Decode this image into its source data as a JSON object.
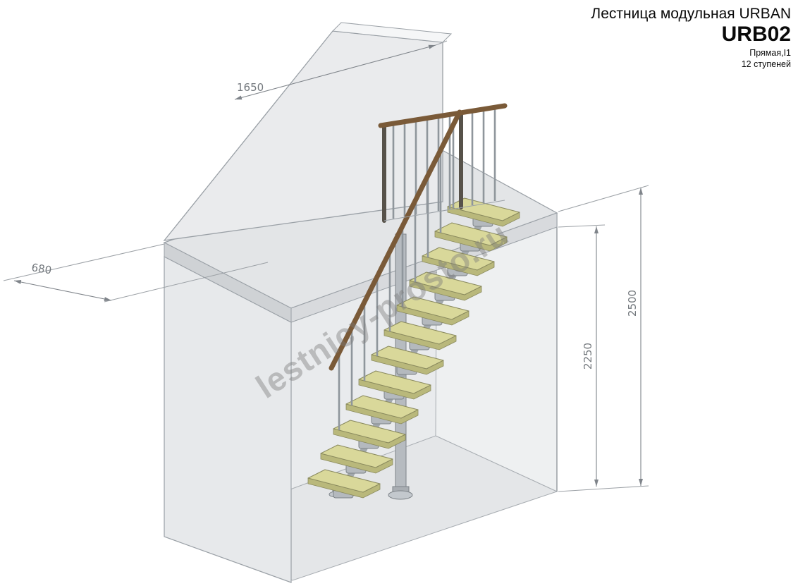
{
  "header": {
    "title": "Лестница модульная URBAN",
    "model": "URB02",
    "type": "Прямая,I1",
    "steps": "12 ступеней"
  },
  "dimensions": {
    "wall_top_width": "1650",
    "landing_depth": "680",
    "inner_height": "2250",
    "floor_to_floor": "2500"
  },
  "watermark": "lestnicy-prosto.ru",
  "stairs": {
    "step_count": 12
  },
  "colors": {
    "tread": "#d9d89a",
    "tread_side": "#b9b87b",
    "handrail": "#7a5a38",
    "post_dark": "#57524a",
    "metal": "#b4b9be",
    "metal_edge": "#7d8388",
    "baluster": "#8f969c",
    "spine": "#a2a8ad",
    "wall_fill": "#eaebed",
    "dimension": "#7f848a",
    "watermark_gray": "#7a7a7a"
  }
}
